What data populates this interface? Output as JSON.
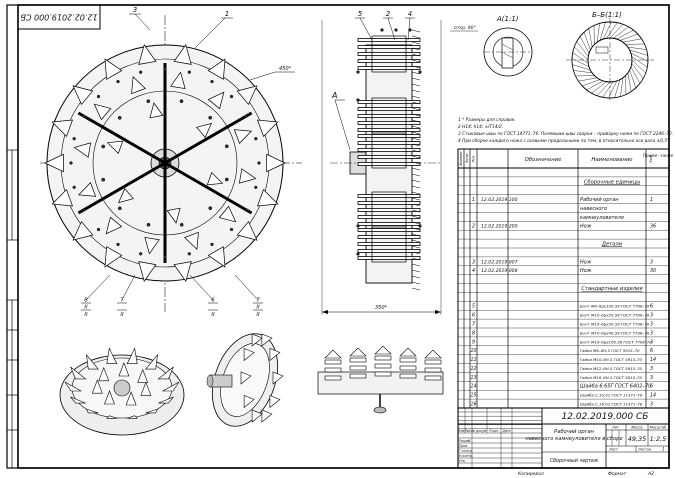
{
  "frame": {
    "rotated_code": "12.02.2019.000 СБ",
    "format_label": "Формат",
    "format_value": "А2",
    "copied_label": "Копировал"
  },
  "front_view": {
    "position_numbers": [
      "3",
      "1"
    ],
    "leader_label": "450*",
    "section_flags": [
      {
        "num": "8",
        "num2": "II",
        "sub": "II"
      },
      {
        "num": "7",
        "num2": "",
        "sub": "II"
      },
      {
        "num": "6",
        "num2": "",
        "sub": "II"
      },
      {
        "num": "7",
        "num2": "II",
        "sub": "II"
      }
    ]
  },
  "side_view": {
    "position_numbers": [
      "5",
      "2",
      "4"
    ],
    "section_letter": "A",
    "dim_label": "350*"
  },
  "details": {
    "detail_a_label": "A(1:1)",
    "detail_a_note": "откр. 90°",
    "detail_b_label": "Б–Б(1:1)"
  },
  "notes": [
    "1  * Размеры для справок.",
    "2  Н14; h14; ±IT14/2.",
    "3  Стыковые швы по ГОСТ 14771–76. Полевыми швы сварки – приварку ножи по ГОСТ 2246–70.",
    "4  При сборке каждого ножа с осевыми продольными по тем, в относительно оси вала ±0,5°."
  ],
  "bom": {
    "headers": [
      "Формат",
      "Зона",
      "Поз.",
      "Обозначение",
      "Наименование",
      "Кол.",
      "Приме- чание"
    ],
    "rows": [
      {
        "pos": "",
        "designation": "",
        "name": "",
        "qty": "",
        "kind": "blank"
      },
      {
        "pos": "",
        "designation": "",
        "name": "Сборочные единицы",
        "qty": "",
        "kind": "section"
      },
      {
        "pos": "",
        "designation": "",
        "name": "",
        "qty": "",
        "kind": "blank"
      },
      {
        "pos": "1",
        "designation": "12.02.2019.100",
        "name": "Рабочий орган",
        "qty": "1",
        "kind": "item"
      },
      {
        "pos": "",
        "designation": "",
        "name": "навесного",
        "qty": "",
        "kind": "item"
      },
      {
        "pos": "",
        "designation": "",
        "name": "камнеуловителя",
        "qty": "",
        "kind": "item"
      },
      {
        "pos": "2",
        "designation": "12.02.2019.200",
        "name": "Нож",
        "qty": "36",
        "kind": "item"
      },
      {
        "pos": "",
        "designation": "",
        "name": "",
        "qty": "",
        "kind": "blank"
      },
      {
        "pos": "",
        "designation": "",
        "name": "Детали",
        "qty": "",
        "kind": "section"
      },
      {
        "pos": "",
        "designation": "",
        "name": "",
        "qty": "",
        "kind": "blank"
      },
      {
        "pos": "3",
        "designation": "12.02.2019.007",
        "name": "Нож",
        "qty": "3",
        "kind": "item"
      },
      {
        "pos": "4",
        "designation": "12.02.2019.008",
        "name": "Нож",
        "qty": "30",
        "kind": "item"
      },
      {
        "pos": "",
        "designation": "",
        "name": "",
        "qty": "",
        "kind": "blank"
      },
      {
        "pos": "",
        "designation": "",
        "name": "Стандартные изделия",
        "qty": "",
        "kind": "section"
      },
      {
        "pos": "",
        "designation": "",
        "name": "",
        "qty": "",
        "kind": "blank"
      },
      {
        "pos": "5",
        "designation": "",
        "name": "Болт М6–6gх100.58 ГОСТ 7798–70",
        "qty": "6",
        "kind": "item"
      },
      {
        "pos": "6",
        "designation": "",
        "name": "Болт М10–6gх20.58 ГОСТ 7798–70",
        "qty": "3",
        "kind": "item"
      },
      {
        "pos": "7",
        "designation": "",
        "name": "Болт М10–6gх30.58 ГОСТ 7798–70",
        "qty": "3",
        "kind": "item"
      },
      {
        "pos": "8",
        "designation": "",
        "name": "Болт М10–6gх40.58 ГОСТ 7798–70",
        "qty": "3",
        "kind": "item"
      },
      {
        "pos": "9",
        "designation": "",
        "name": "Болт М10–6gх100.58 ГОСТ 7798–70",
        "qty": "3",
        "kind": "item"
      },
      {
        "pos": "10",
        "designation": "",
        "name": "Гайка М6–6Н.5 ГОСТ 5915–70",
        "qty": "6",
        "kind": "item"
      },
      {
        "pos": "11",
        "designation": "",
        "name": "Гайка М10–6Н.5 ГОСТ 5915–70",
        "qty": "14",
        "kind": "item"
      },
      {
        "pos": "12",
        "designation": "",
        "name": "Гайка М12–6Н.5 ГОСТ 5915–70",
        "qty": "3",
        "kind": "item"
      },
      {
        "pos": "13",
        "designation": "",
        "name": "Гайка М16–6Н.5 ГОСТ 5915–70",
        "qty": "3",
        "kind": "item"
      },
      {
        "pos": "14",
        "designation": "",
        "name": "Шайба 6 65Г ГОСТ 6402–70",
        "qty": "6",
        "kind": "item"
      },
      {
        "pos": "15",
        "designation": "",
        "name": "Шайба С.10.01 ГОСТ 11371–78",
        "qty": "14",
        "kind": "item"
      },
      {
        "pos": "16",
        "designation": "",
        "name": "Шайба С.16.01 ГОСТ 11371–78",
        "qty": "3",
        "kind": "item"
      }
    ]
  },
  "title_block": {
    "code": "12.02.2019.000 СБ",
    "title_line1": "Рабочий орган",
    "title_line2": "навесного камнеуловителя в сборе",
    "doc_type": "Сборочный чертеж",
    "mass": "49,35",
    "scale": "1:2,5",
    "sheet_label": "Лист",
    "sheets_label": "Листов",
    "sheets_value": "1",
    "stage_label": "Лит.",
    "mass_label": "Масса",
    "scale_label": "Масштаб",
    "row_labels": [
      "Изм.",
      "Разраб.",
      "Пров.",
      "Т.контр.",
      "Н.контр.",
      "Утв."
    ],
    "col_labels": [
      "Изм.",
      "Лист",
      "№ докум.",
      "Подп.",
      "Дата"
    ]
  }
}
